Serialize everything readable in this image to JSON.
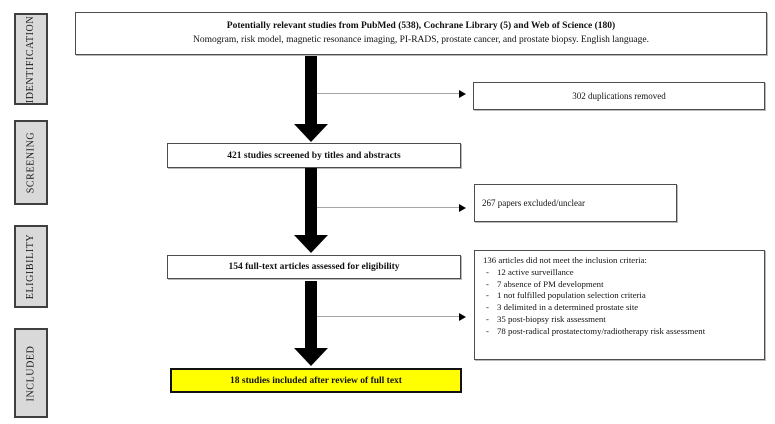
{
  "sidebar": {
    "stages": [
      {
        "label": "IDENTIFICATION"
      },
      {
        "label": "SCREENING"
      },
      {
        "label": "ELIGIBILITY"
      },
      {
        "label": "INCLUDED"
      }
    ]
  },
  "flow": {
    "source_box": {
      "title": "Potentially relevant studies from PubMed (538), Cochrane Library (5) and Web of Science (180)",
      "subtitle": "Nomogram, risk model, magnetic resonance imaging, PI-RADS, prostate cancer, and prostate biopsy. English language."
    },
    "duplications_box": "302 duplications removed",
    "screened_box": "421 studies screened by titles and abstracts",
    "excluded_box": "267 papers excluded/unclear",
    "eligibility_box": "154 full-text articles assessed for eligibility",
    "criteria_box": {
      "header": "136 articles did not meet the inclusion criteria:",
      "items": [
        "12 active surveillance",
        "7 absence of PM development",
        "1 not fulfilled population selection criteria",
        "3 delimited in a determined prostate site",
        "35 post-biopsy risk assessment",
        "78 post-radical prostatectomy/radiotherapy risk assessment"
      ]
    },
    "included_box": "18 studies included after review of full text"
  },
  "colors": {
    "highlight": "#ffff00",
    "stage_fill": "#d9d9d9",
    "stage_border": "#3f3f3f",
    "box_border": "#4d4d4d"
  }
}
